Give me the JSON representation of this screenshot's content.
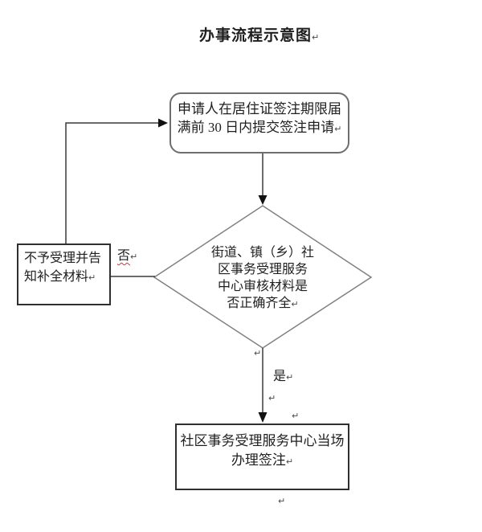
{
  "title": {
    "text": "办事流程示意图"
  },
  "marks": {
    "pilcrow": "↵"
  },
  "nodes": {
    "start": {
      "lines": [
        "申请人在居住证签注期限届",
        "满前 30 日内提交签注申请"
      ]
    },
    "decision": {
      "lines": [
        "街道、镇（乡）社",
        "区事务受理服务",
        "中心审核材料是",
        "否正确齐全"
      ]
    },
    "reject": {
      "lines": [
        "不予受理并告",
        "知补全材料"
      ]
    },
    "result": {
      "lines": [
        "社区事务受理服务中心当场",
        "办理签注"
      ]
    }
  },
  "edges": {
    "no_label": "否",
    "yes_label": "是"
  },
  "colors": {
    "background": "#ffffff",
    "connector_line": "#3a3a3a",
    "diamond_border": "#808080",
    "rounded_border": "#6e6e6e",
    "rect_border": "#2f2f2f",
    "text": "#1f1f1f",
    "spellcheck_underline": "#e03030"
  }
}
